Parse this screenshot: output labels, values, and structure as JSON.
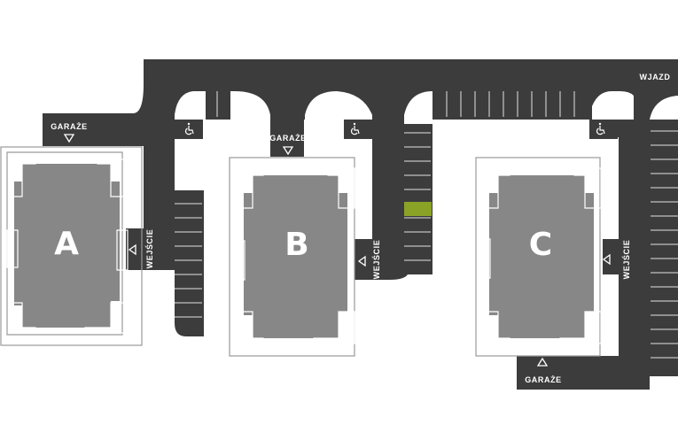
{
  "colors": {
    "road": "#3c3c3c",
    "building": "#878787",
    "building_outline": "#9a9a9a",
    "highlight_stall": "#8aa327",
    "background": "#ffffff",
    "label": "#ffffff"
  },
  "labels": {
    "entry": "WJAZD",
    "garage": "GARAŻE",
    "entrance": "WEJŚCIE"
  },
  "buildings": [
    {
      "id": "A",
      "label": "A"
    },
    {
      "id": "B",
      "label": "B"
    },
    {
      "id": "C",
      "label": "C"
    }
  ],
  "icons": {
    "disabled_parking": "wheelchair-icon",
    "garage_marker": "triangle-down-icon",
    "entrance_marker": "triangle-left-icon"
  }
}
